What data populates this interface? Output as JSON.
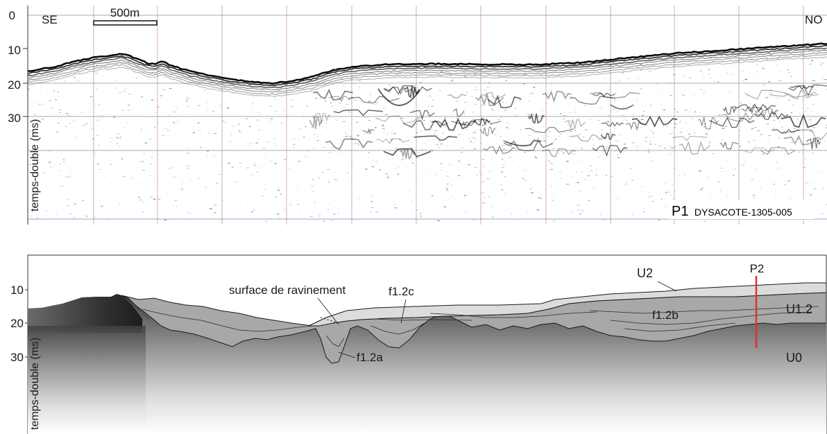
{
  "seismic_panel": {
    "y_axis_label": "temps-double (ms)",
    "y_ticks": [
      "0",
      "10",
      "20",
      "30"
    ],
    "left_direction": "SE",
    "right_direction": "NO",
    "scale_bar_label": "500m",
    "profile_id": "P1",
    "profile_name": "DYSACOTE-1305-005"
  },
  "interpretation_panel": {
    "y_axis_label": "temps-double (ms)",
    "y_ticks": [
      "10",
      "20",
      "30"
    ],
    "surface_label": "surface de ravinement",
    "units": {
      "u2": "U2",
      "u1_2": "U1.2",
      "u0": "U0"
    },
    "facies": {
      "f12a": "f1.2a",
      "f12b": "f1.2b",
      "f12c": "f1.2c"
    },
    "intersection_label": "P2",
    "colors": {
      "intersection": "#d9342b",
      "u2_fill": "#dcdcdc",
      "u1_fill": "#a9a9a9",
      "u0_top": "#3a3a3a",
      "u0_bottom": "#ffffff"
    }
  }
}
